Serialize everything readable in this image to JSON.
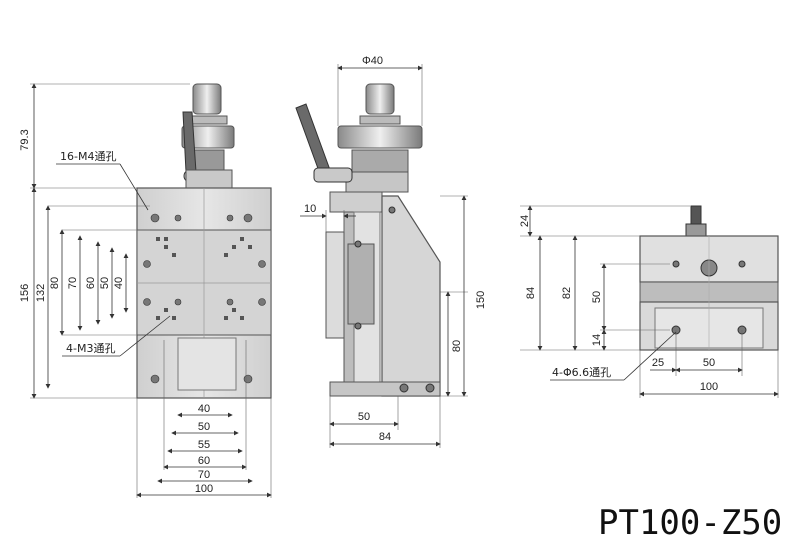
{
  "model": "PT100-Z50",
  "front": {
    "callouts": {
      "tap_holes_m4": "16-M4通孔",
      "tap_holes_m3": "4-M3通孔"
    },
    "vertical_dims": [
      "79.3",
      "156",
      "132",
      "80",
      "70",
      "60",
      "50",
      "40"
    ],
    "bottom_dims": [
      "40",
      "50",
      "55",
      "60",
      "70",
      "100"
    ]
  },
  "side": {
    "diameter": "Φ40",
    "dims": [
      "10",
      "150",
      "80",
      "50",
      "84"
    ]
  },
  "top": {
    "callout": "4-Φ6.6通孔",
    "dims": [
      "24",
      "84",
      "82",
      "50",
      "14",
      "25",
      "50",
      "100"
    ]
  },
  "colors": {
    "plate": "#d9d9d9",
    "plate_dark": "#a9a9a9",
    "edge": "#555555",
    "line": "#333333"
  }
}
